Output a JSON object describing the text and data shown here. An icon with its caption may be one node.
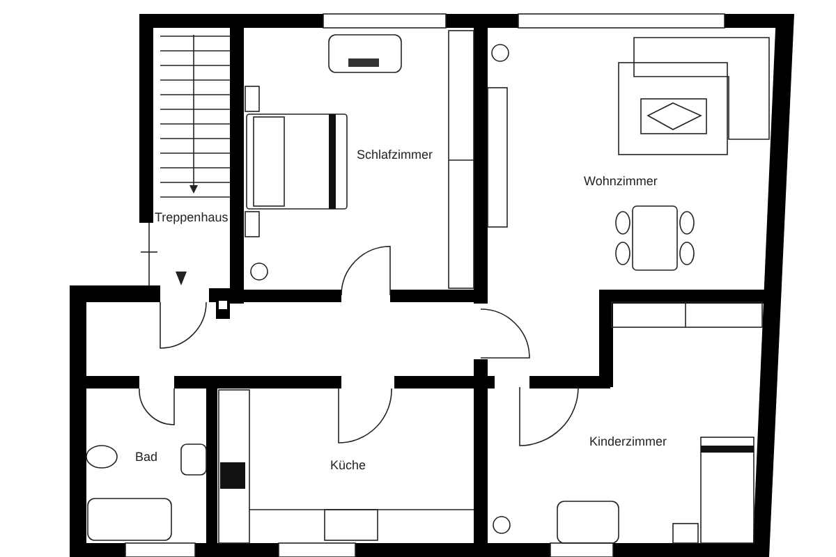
{
  "diagram": {
    "labels": [
      "Treppenhaus",
      "Schlafzimmer",
      "Wohnzimmer",
      "Bad",
      "Küche",
      "Kinderzimmer"
    ]
  }
}
